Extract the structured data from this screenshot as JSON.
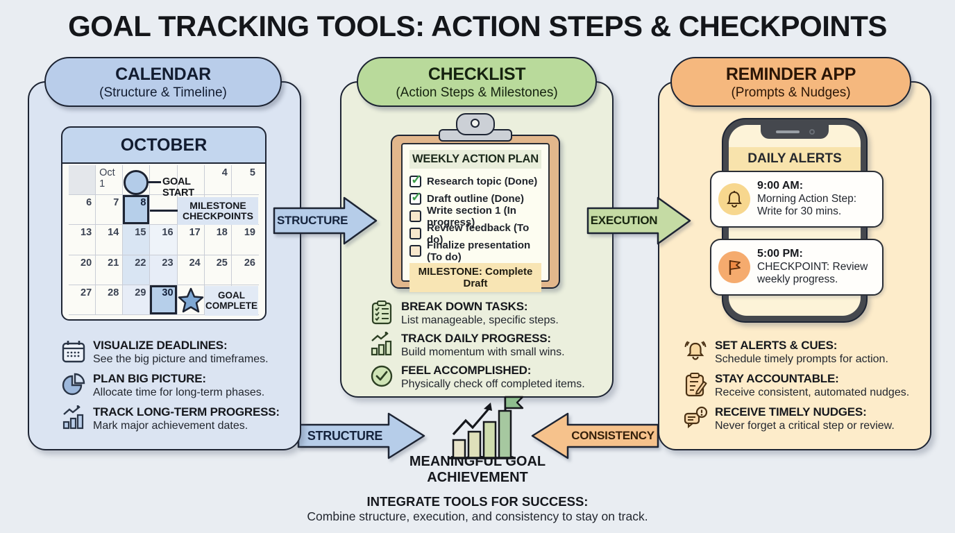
{
  "title": "GOAL TRACKING TOOLS: ACTION STEPS & CHECKPOINTS",
  "colors": {
    "background": "#e9edf2",
    "ink": "#1d2433",
    "calendar_panel": "#dbe4f2",
    "calendar_pill": "#b9cdea",
    "calendar_accent": "#b6cde9",
    "checklist_panel": "#ebefdd",
    "checklist_pill": "#b9da9b",
    "execution_arrow": "#c5dba4",
    "reminder_panel": "#fdecca",
    "reminder_pill": "#f5b87e",
    "consistency_arrow": "#f6c28c",
    "clipboard_tan": "#e2b78c",
    "milestone_band": "#f8e5b4",
    "phone_screen": "#fdf3d8"
  },
  "calendar": {
    "header": "CALENDAR",
    "subheader": "(Structure & Timeline)",
    "month": "OCTOBER",
    "grid": [
      [
        "",
        "Oct 1",
        "",
        "",
        "",
        "4",
        "5"
      ],
      [
        "6",
        "7",
        "8",
        "",
        "",
        "",
        ""
      ],
      [
        "13",
        "14",
        "15",
        "16",
        "17",
        "18",
        "19"
      ],
      [
        "20",
        "21",
        "22",
        "23",
        "24",
        "25",
        "26"
      ],
      [
        "27",
        "28",
        "29",
        "30",
        "",
        "",
        ""
      ]
    ],
    "goal_start": "GOAL START",
    "milestone": "MILESTONE CHECKPOINTS",
    "goal_complete": "GOAL COMPLETE",
    "bullets": [
      {
        "icon": "calendar-icon",
        "title": "VISUALIZE DEADLINES:",
        "desc": "See the big picture and timeframes."
      },
      {
        "icon": "pie-chart-icon",
        "title": "PLAN BIG PICTURE:",
        "desc": "Allocate time for long-term phases."
      },
      {
        "icon": "bar-chart-trend-icon",
        "title": "TRACK LONG-TERM PROGRESS:",
        "desc": "Mark major achievement dates."
      }
    ]
  },
  "checklist": {
    "header": "CHECKLIST",
    "subheader": "(Action Steps & Milestones)",
    "plan_title": "WEEKLY ACTION PLAN",
    "items": [
      {
        "label": "Research topic (Done)",
        "checked": true
      },
      {
        "label": "Draft outline (Done)",
        "checked": true
      },
      {
        "label": "Write section 1 (In progress)",
        "checked": false
      },
      {
        "label": "Review feedback (To do)",
        "checked": false
      },
      {
        "label": "Finalize presentation (To do)",
        "checked": false
      }
    ],
    "milestone": "MILESTONE: Complete Draft",
    "bullets": [
      {
        "icon": "clipboard-check-icon",
        "title": "BREAK DOWN TASKS:",
        "desc": "List manageable, specific steps."
      },
      {
        "icon": "bar-chart-trend-icon",
        "title": "TRACK DAILY PROGRESS:",
        "desc": "Build momentum with small wins."
      },
      {
        "icon": "check-circle-icon",
        "title": "FEEL ACCOMPLISHED:",
        "desc": "Physically check off completed items."
      }
    ]
  },
  "reminder": {
    "header": "REMINDER APP",
    "subheader": "(Prompts & Nudges)",
    "screen_title": "DAILY ALERTS",
    "alerts": [
      {
        "icon": "bell-icon",
        "time": "9:00 AM:",
        "line1": "Morning Action Step:",
        "line2": "Write for 30 mins."
      },
      {
        "icon": "flag-icon",
        "time": "5:00 PM:",
        "line1": "CHECKPOINT: Review",
        "line2": "weekly progress."
      }
    ],
    "bullets": [
      {
        "icon": "ringing-bell-icon",
        "title": "SET ALERTS & CUES:",
        "desc": "Schedule timely prompts for action."
      },
      {
        "icon": "clipboard-pencil-icon",
        "title": "STAY ACCOUNTABLE:",
        "desc": "Receive consistent, automated nudges."
      },
      {
        "icon": "speech-alert-icon",
        "title": "RECEIVE TIMELY NUDGES:",
        "desc": "Never forget a critical step or review."
      }
    ]
  },
  "arrows": {
    "structure_top": "STRUCTURE",
    "execution": "EXECUTION",
    "structure_bottom": "STRUCTURE",
    "consistency": "CONSISTENCY"
  },
  "center": {
    "goal_label": "MEANINGFUL GOAL ACHIEVEMENT",
    "footer_title": "INTEGRATE TOOLS FOR SUCCESS:",
    "footer_desc": "Combine structure, execution, and consistency to stay on track."
  }
}
